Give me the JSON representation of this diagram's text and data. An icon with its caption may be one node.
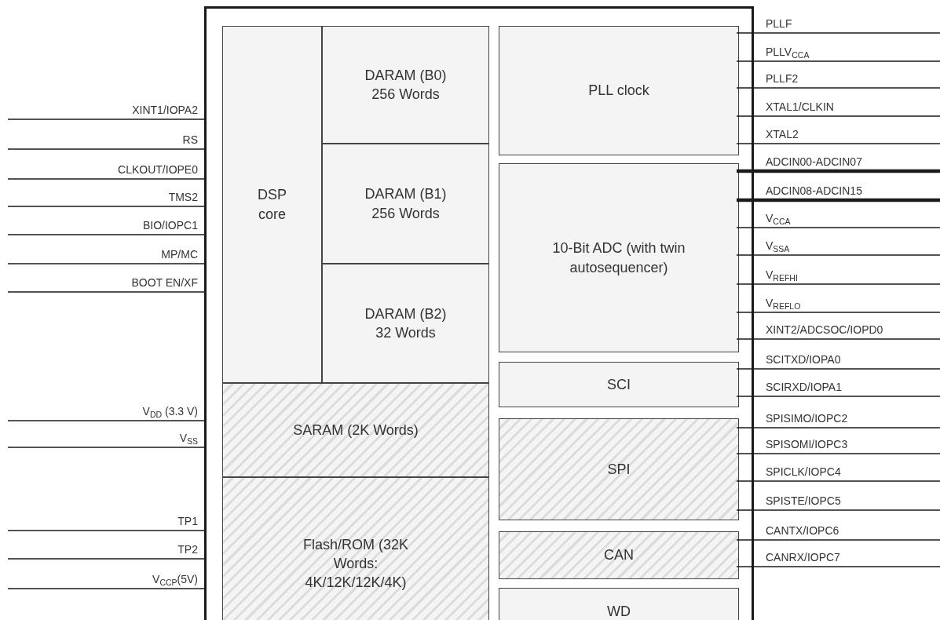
{
  "diagram": {
    "nodes": [
      {
        "text": [],
        "shape": "box"
      },
      {
        "text": [
          "DSP core"
        ],
        "in": 0
      },
      {
        "text": [
          "DARAM (B0) 256 Words"
        ],
        "in": 0
      },
      {
        "text": [
          "DARAM (B1) 256 Words"
        ],
        "in": 0
      },
      {
        "text": [
          "DARAM (B2) 32 Words"
        ],
        "in": 0
      },
      {
        "text": [
          "SARAM (2K Words)"
        ],
        "in": 0
      },
      {
        "text": [
          "Flash/ROM (32K Words: 4K/12K/12K/4K)"
        ],
        "in": 0
      },
      {
        "text": [
          "PLL clock"
        ],
        "in": 0
      },
      {
        "text": [
          "10-Bit ADC (with twin autosequencer)"
        ],
        "in": 0
      },
      {
        "text": [
          "SCI"
        ],
        "in": 0
      },
      {
        "text": [
          "SPI"
        ],
        "in": 0
      },
      {
        "text": [
          "CAN"
        ],
        "in": 0
      },
      {
        "text": [
          "WD"
        ],
        "in": 0
      }
    ],
    "edges": [
      {
        "from": null,
        "to": 0,
        "arrow": "none",
        "label": "XINT1/IOPA2"
      },
      {
        "from": null,
        "to": 0,
        "arrow": "none",
        "label": "RS"
      },
      {
        "from": null,
        "to": 0,
        "arrow": "none",
        "label": "CLKOUT/IOPE0"
      },
      {
        "from": null,
        "to": 0,
        "arrow": "none",
        "label": "TMS2"
      },
      {
        "from": null,
        "to": 0,
        "arrow": "none",
        "label": "BIO/IOPC1"
      },
      {
        "from": null,
        "to": 0,
        "arrow": "none",
        "label": "MP/MC"
      },
      {
        "from": null,
        "to": 0,
        "arrow": "none",
        "label": "BOOT EN/XF"
      },
      {
        "from": null,
        "to": 0,
        "arrow": "none",
        "label": "V$_{DD}$ (3.3 V)"
      },
      {
        "from": null,
        "to": 0,
        "arrow": "none",
        "label": "V$_{SS}$"
      },
      {
        "from": null,
        "to": 0,
        "arrow": "none",
        "label": "TP1"
      },
      {
        "from": null,
        "to": 0,
        "arrow": "none",
        "label": "TP2"
      },
      {
        "from": null,
        "to": 0,
        "arrow": "none",
        "label": "V$_{CCP}$(5V)"
      },
      {
        "from": 7,
        "to": null,
        "arrow": "none",
        "label": "PLLF"
      },
      {
        "from": 7,
        "to": null,
        "arrow": "none",
        "label": "PLLV$_{CCA}$"
      },
      {
        "from": 7,
        "to": null,
        "arrow": "none",
        "label": "PLLF2"
      },
      {
        "from": 7,
        "to": null,
        "arrow": "none",
        "label": "XTAL1/CLKIN"
      },
      {
        "from": 7,
        "to": null,
        "arrow": "none",
        "label": "XTAL2"
      },
      {
        "from": 8,
        "to": null,
        "arrow": "none",
        "label": "ADCIN00-ADCIN07",
        "style": "thick"
      },
      {
        "from": 8,
        "to": null,
        "arrow": "none",
        "label": "ADCIN08-ADCIN15",
        "style": "thick"
      },
      {
        "from": 8,
        "to": null,
        "arrow": "none",
        "label": "V$_{CCA}$"
      },
      {
        "from": 8,
        "to": null,
        "arrow": "none",
        "label": "V$_{SSA}$"
      },
      {
        "from": 8,
        "to": null,
        "arrow": "none",
        "label": "V$_{REFHI}$"
      },
      {
        "from": 8,
        "to": null,
        "arrow": "none",
        "label": "V$_{REFLO}$"
      },
      {
        "from": 8,
        "to": null,
        "arrow": "none",
        "label": "XINT2/ADCSOC/IOPD0"
      },
      {
        "from": 9,
        "to": null,
        "arrow": "none",
        "label": "SCITXD/IOPA0"
      },
      {
        "from": 9,
        "to": null,
        "arrow": "none",
        "label": "SCIRXD/IOPA1"
      },
      {
        "from": 10,
        "to": null,
        "arrow": "none",
        "label": "SPISIMO/IOPC2"
      },
      {
        "from": 10,
        "to": null,
        "arrow": "none",
        "label": "SPISOMI/IOPC3"
      },
      {
        "from": 10,
        "to": null,
        "arrow": "none",
        "label": "SPICLK/IOPC4"
      },
      {
        "from": 10,
        "to": null,
        "arrow": "none",
        "label": "SPISTE/IOPC5"
      },
      {
        "from": 11,
        "to": null,
        "arrow": "none",
        "label": "CANTX/IOPC6"
      },
      {
        "from": 11,
        "to": null,
        "arrow": "none",
        "label": "CANRX/IOPC7"
      }
    ]
  }
}
